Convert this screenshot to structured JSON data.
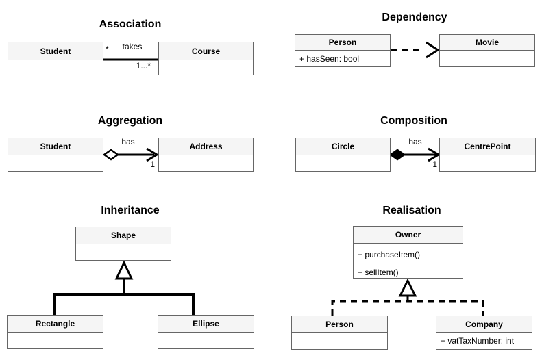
{
  "colors": {
    "background": "#ffffff",
    "box_header_fill": "#f5f5f5",
    "box_border": "#666666",
    "line_color": "#000000",
    "text_color": "#000000"
  },
  "sections": {
    "association": {
      "title": "Association",
      "boxes": [
        {
          "name": "Student",
          "attributes": []
        },
        {
          "name": "Course",
          "attributes": []
        }
      ],
      "edge": {
        "source_multiplicity": "*",
        "label": "takes",
        "target_multiplicity": "1...*"
      }
    },
    "dependency": {
      "title": "Dependency",
      "boxes": [
        {
          "name": "Person",
          "attributes": [
            "+ hasSeen: bool"
          ]
        },
        {
          "name": "Movie",
          "attributes": []
        }
      ]
    },
    "aggregation": {
      "title": "Aggregation",
      "boxes": [
        {
          "name": "Student",
          "attributes": []
        },
        {
          "name": "Address",
          "attributes": []
        }
      ],
      "edge": {
        "label": "has",
        "target_multiplicity": "1"
      }
    },
    "composition": {
      "title": "Composition",
      "boxes": [
        {
          "name": "Circle",
          "attributes": []
        },
        {
          "name": "CentrePoint",
          "attributes": []
        }
      ],
      "edge": {
        "label": "has",
        "target_multiplicity": "1"
      }
    },
    "inheritance": {
      "title": "Inheritance",
      "boxes": [
        {
          "name": "Shape",
          "attributes": []
        },
        {
          "name": "Rectangle",
          "attributes": []
        },
        {
          "name": "Ellipse",
          "attributes": []
        }
      ]
    },
    "realisation": {
      "title": "Realisation",
      "boxes": [
        {
          "name": "Owner",
          "attributes": [
            "+ purchaseItem()",
            "+ sellItem()"
          ]
        },
        {
          "name": "Person",
          "attributes": []
        },
        {
          "name": "Company",
          "attributes": [
            "+ vatTaxNumber: int"
          ]
        }
      ]
    }
  }
}
